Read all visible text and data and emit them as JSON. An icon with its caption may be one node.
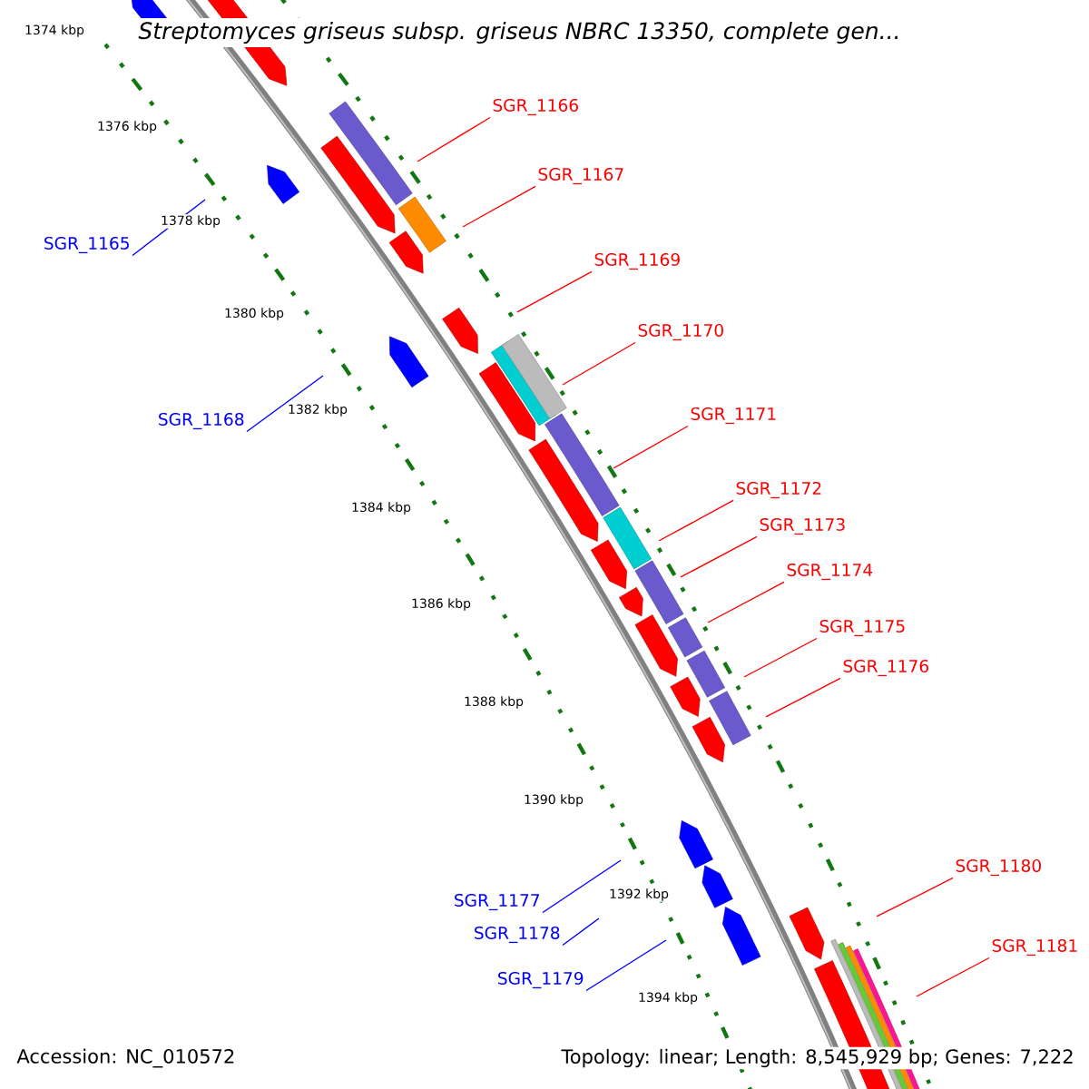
{
  "diagram": {
    "title": "Streptomyces griseus subsp. griseus NBRC 13350, complete gen...",
    "nodes": [
      {
        "text": [
          "SGR_1166"
        ]
      },
      {
        "text": [
          "SGR_1167"
        ]
      },
      {
        "text": [
          "SGR_1165"
        ]
      },
      {
        "text": [
          "SGR_1169"
        ]
      },
      {
        "text": [
          "SGR_1170"
        ]
      },
      {
        "text": [
          "SGR_1171"
        ]
      },
      {
        "text": [
          "SGR_1168"
        ]
      },
      {
        "text": [
          "SGR_1172"
        ]
      },
      {
        "text": [
          "SGR_1173"
        ]
      },
      {
        "text": [
          "SGR_1174"
        ]
      },
      {
        "text": [
          "SGR_1175"
        ]
      },
      {
        "text": [
          "SGR_1176"
        ]
      },
      {
        "text": [
          "SGR_1180"
        ]
      },
      {
        "text": [
          "SGR_1177"
        ]
      },
      {
        "text": [
          "SGR_1178"
        ]
      },
      {
        "text": [
          "SGR_1181"
        ]
      },
      {
        "text": [
          "SGR_1179"
        ]
      }
    ],
    "edges": [
      {
        "from": 0,
        "to": null,
        "arrow": "none"
      },
      {
        "from": 1,
        "to": null,
        "arrow": "none"
      },
      {
        "from": 2,
        "to": null,
        "arrow": "none",
        "color": "#0000ff"
      },
      {
        "from": 3,
        "to": null,
        "arrow": "none"
      },
      {
        "from": 4,
        "to": null,
        "arrow": "none"
      },
      {
        "from": 5,
        "to": null,
        "arrow": "none"
      },
      {
        "from": 6,
        "to": null,
        "arrow": "none",
        "color": "#0000ff"
      },
      {
        "from": 7,
        "to": null,
        "arrow": "none"
      },
      {
        "from": 8,
        "to": null,
        "arrow": "none"
      },
      {
        "from": 9,
        "to": null,
        "arrow": "none"
      },
      {
        "from": 10,
        "to": null,
        "arrow": "none"
      },
      {
        "from": 11,
        "to": null,
        "arrow": "none"
      },
      {
        "from": 12,
        "to": null,
        "arrow": "none"
      },
      {
        "from": 13,
        "to": null,
        "arrow": "none",
        "color": "#0000ff"
      },
      {
        "from": 14,
        "to": null,
        "arrow": "none",
        "color": "#0000ff"
      },
      {
        "from": 15,
        "to": null,
        "arrow": "none"
      },
      {
        "from": 16,
        "to": null,
        "arrow": "none",
        "color": "#0000ff"
      }
    ],
    "labels": [
      "1374 kbp",
      "1376 kbp",
      "1378 kbp",
      "1380 kbp",
      "1382 kbp",
      "1384 kbp",
      "1386 kbp",
      "1388 kbp",
      "1390 kbp",
      "1392 kbp",
      "1394 kbp",
      "Accession: NC_010572",
      "Topology: linear; Length: 8,545,929 bp; Genes: 7,222"
    ]
  }
}
